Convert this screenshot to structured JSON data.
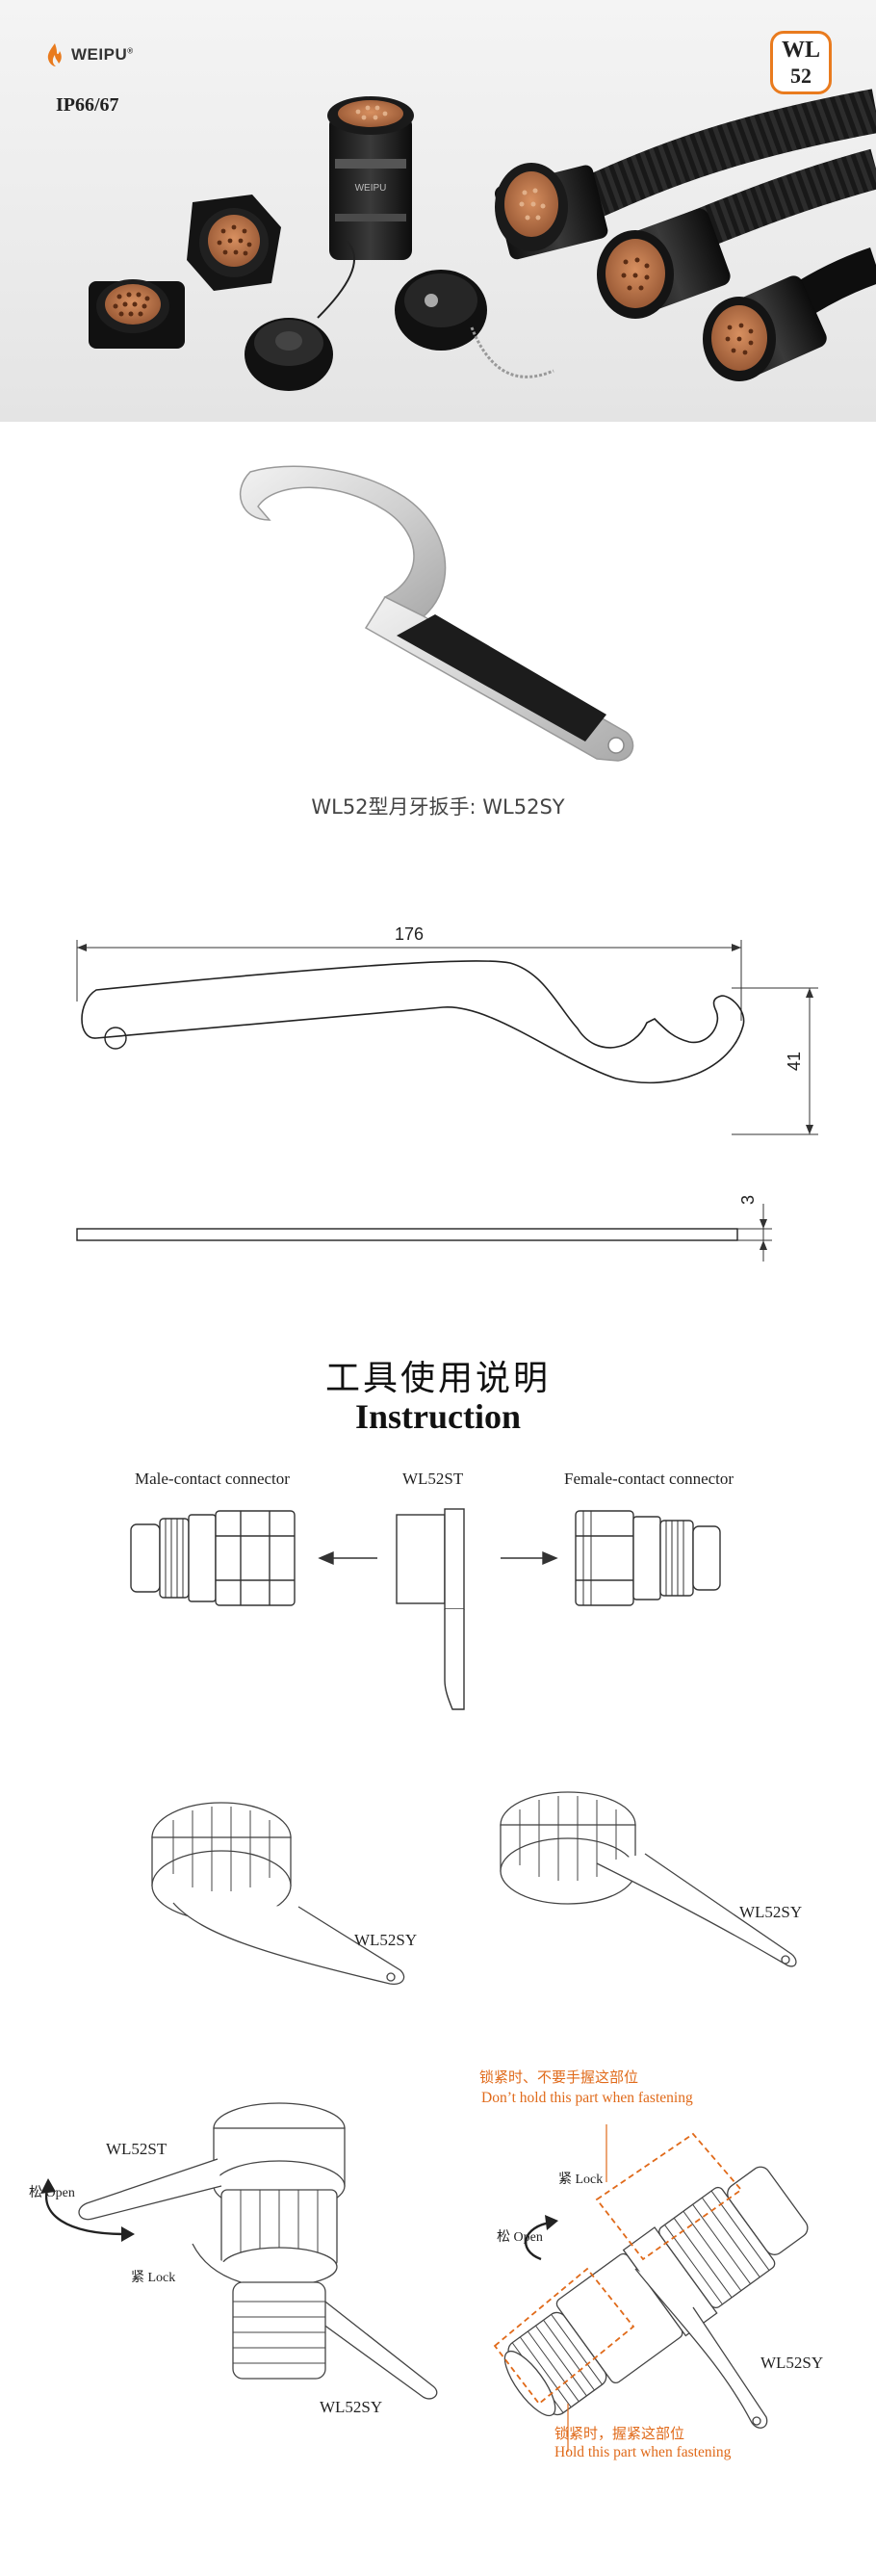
{
  "brand": {
    "logo_text": "WEIPU",
    "logo_reg": "®",
    "accent_color": "#e97b1e"
  },
  "hero": {
    "ip_rating": "IP66/67",
    "badge_line1": "WL",
    "badge_line2": "52",
    "connector_label": "WEIPU"
  },
  "wrench_photo": {
    "caption": "WL52型月牙扳手: WL52SY"
  },
  "drawing": {
    "length": "176",
    "height": "41",
    "thickness": "3"
  },
  "instruction": {
    "title_cn": "工具使用说明",
    "title_en": "Instruction",
    "male_label": "Male-contact connector",
    "tool_label": "WL52ST",
    "female_label": "Female-contact connector",
    "sy_label_left": "WL52SY",
    "sy_label_right": "WL52SY",
    "st_label": "WL52ST",
    "open_cn": "松",
    "open_en": "Open",
    "lock_cn": "紧",
    "lock_en": "Lock",
    "sy_label_bottom": "WL52SY",
    "warn_top_cn": "锁紧时、不要手握这部位",
    "warn_top_en": "Don’t hold this part when fastening",
    "warn_bottom_cn": "锁紧时，握紧这部位",
    "warn_bottom_en": "Hold this part when fastening",
    "lock2_cn": "紧",
    "lock2_en": "Lock",
    "open2_cn": "松",
    "open2_en": "Open",
    "sy_label_final": "WL52SY"
  },
  "colors": {
    "warning": "#e06a1a",
    "line": "#333333",
    "badge_border": "#e97b1e"
  }
}
